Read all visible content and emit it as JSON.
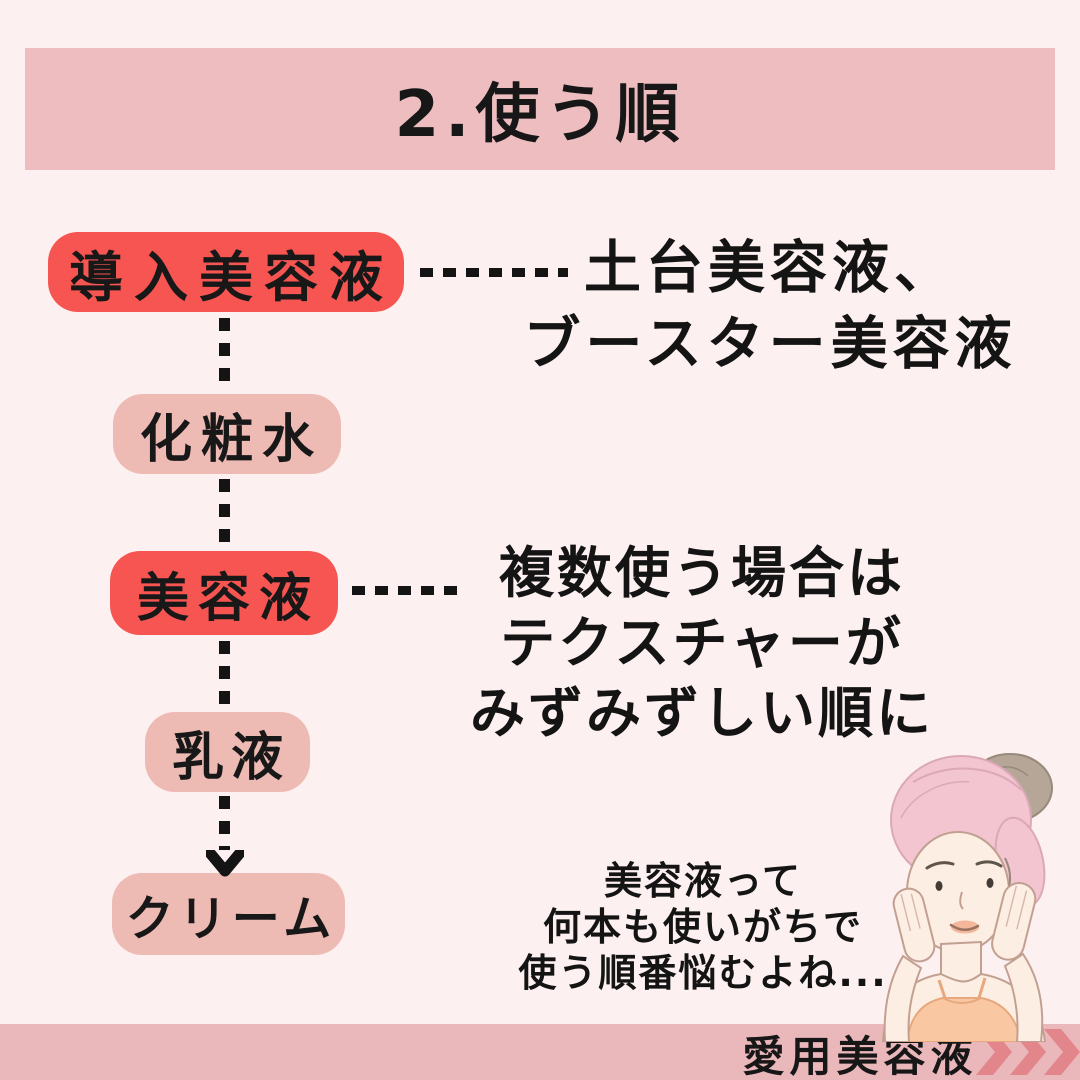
{
  "header": {
    "title": "2.使う順"
  },
  "flow": {
    "steps": [
      {
        "label": "導入美容液",
        "emphasis": "high"
      },
      {
        "label": "化粧水",
        "emphasis": "normal"
      },
      {
        "label": "美容液",
        "emphasis": "high"
      },
      {
        "label": "乳液",
        "emphasis": "normal"
      },
      {
        "label": "クリーム",
        "emphasis": "normal"
      }
    ]
  },
  "annotations": [
    {
      "target": "導入美容液",
      "lines": [
        "土台美容液、",
        "ブースター美容液"
      ]
    },
    {
      "target": "美容液",
      "lines": [
        "複数使う場合は",
        "テクスチャーが",
        "みずみずしい順に"
      ]
    }
  ],
  "speech": {
    "lines": [
      "美容液って",
      "何本も使いがちで",
      "使う順番悩むよね..."
    ]
  },
  "footer": {
    "label": "愛用美容液",
    "chevron_icon": "triple-chevron-right"
  },
  "illustration_icon": "woman-pink-hair-towel-touching-cheeks-icon",
  "colors": {
    "background": "#fdf0f0",
    "banner": "#eebdc0",
    "footer_banner": "#eab7ba",
    "highlight_box": "#f75551",
    "soft_box": "#eebab4",
    "chevron": "#e2868c",
    "ink": "#141414"
  }
}
